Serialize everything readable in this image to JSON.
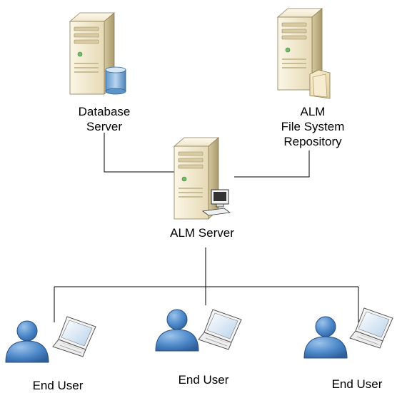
{
  "nodes": {
    "database_server": {
      "label_lines": [
        "Database",
        "Server"
      ]
    },
    "file_repository": {
      "label_lines": [
        "ALM",
        "File System",
        "Repository"
      ]
    },
    "alm_server": {
      "label": "ALM Server"
    },
    "end_users": [
      {
        "label": "End User"
      },
      {
        "label": "End User"
      },
      {
        "label": "End User"
      }
    ]
  },
  "colors": {
    "line": "#000000",
    "server_body_light": "#f4ecd2",
    "server_body_dark": "#c2b48a",
    "cylinder": "#7fb0dc",
    "user_blue": "#4a86c8",
    "laptop_screen": "#cfe2f3"
  },
  "icons": [
    "server-icon",
    "database-icon",
    "folder-icon",
    "workstation-icon",
    "user-icon",
    "laptop-icon"
  ]
}
